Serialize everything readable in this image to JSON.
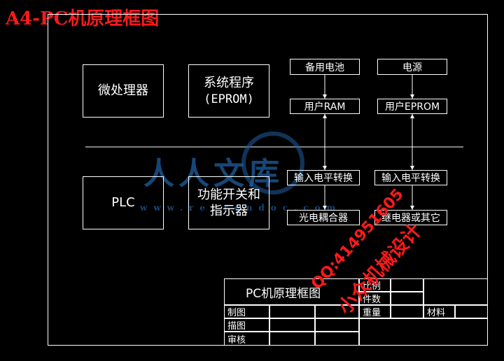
{
  "heading": "A4-PC机原理框图",
  "blocks": {
    "microprocessor": "微处理器",
    "system_program": "系统程序",
    "system_program_sub": "(EPROM)",
    "backup_battery": "备用电池",
    "power_supply": "电源",
    "user_ram": "用户RAM",
    "user_eprom": "用户EPROM",
    "plc": "PLC",
    "switch_indicator_line1": "功能开关和",
    "switch_indicator_line2": "指示器",
    "input_level_1": "输入电平转换",
    "input_level_2": "输入电平转换",
    "optocoupler": "光电耦合器",
    "relay_other": "继电器或其它"
  },
  "title_block": {
    "drawing_name": "PC机原理框图",
    "scale": "比例",
    "quantity": "件数",
    "weight": "重量",
    "material": "材料",
    "drawn": "制图",
    "traced": "描图",
    "reviewed": "审核"
  },
  "watermark": {
    "qq": "QQ:414951605",
    "studio": "小众机械设计",
    "logo_text": "人人文库",
    "url": "www.renrendoc.com"
  }
}
